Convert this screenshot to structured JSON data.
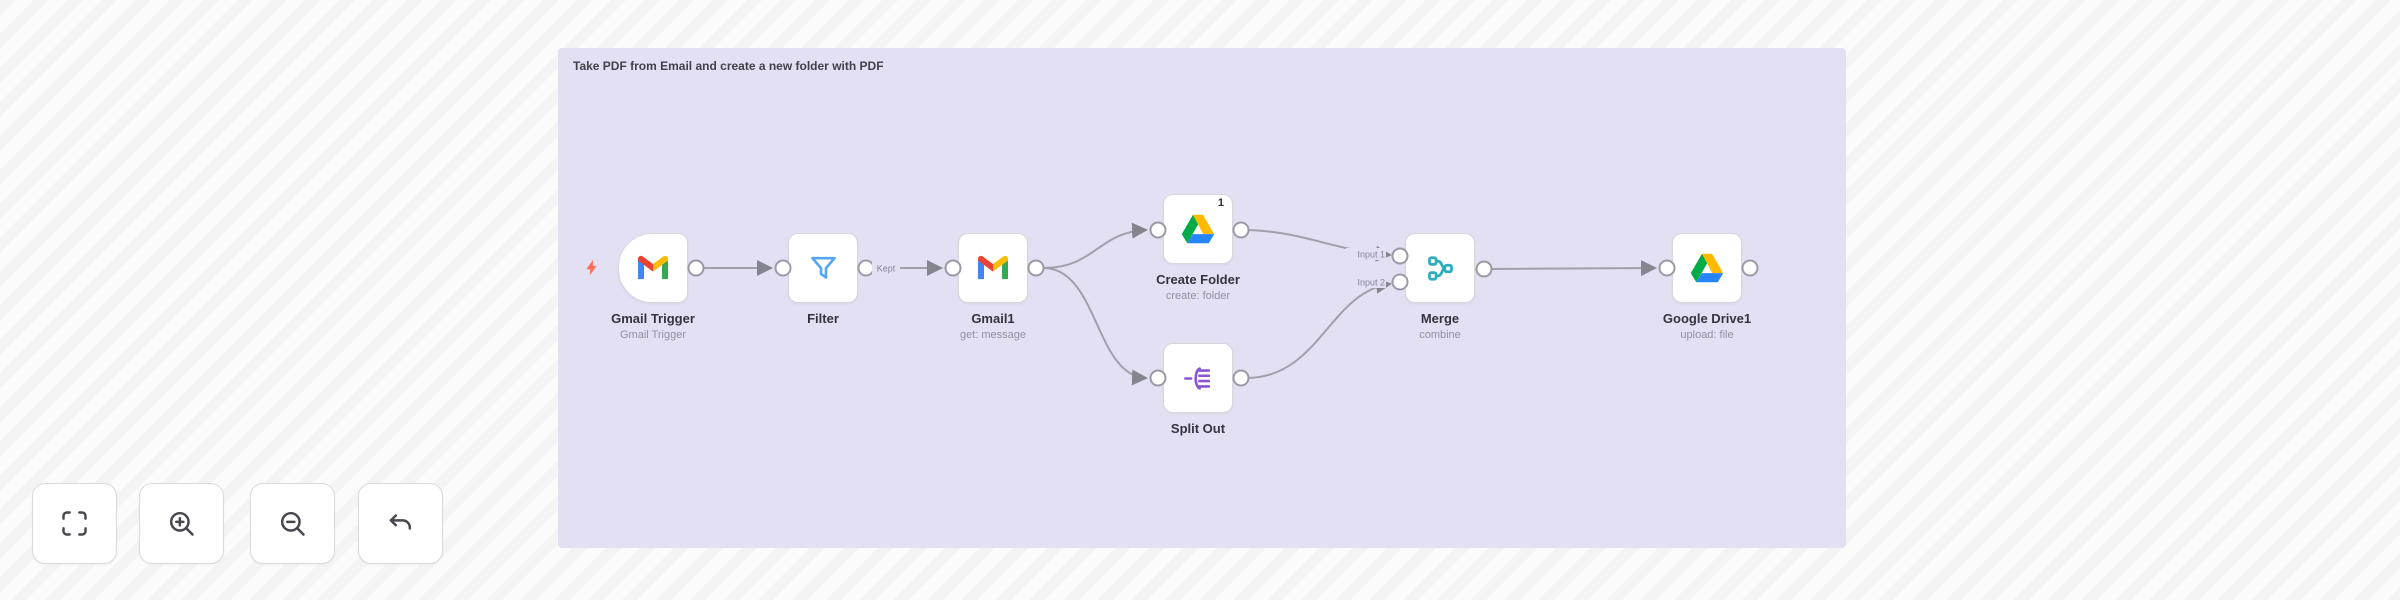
{
  "workflow": {
    "sticky_note": {
      "text": "Take PDF from Email and create a new folder with PDF",
      "color": "#e3e0f3"
    },
    "nodes": [
      {
        "label": "Gmail Trigger",
        "subtitle": "Gmail Trigger",
        "icon": "gmail-icon",
        "type": "trigger"
      },
      {
        "label": "Filter",
        "subtitle": "",
        "icon": "filter-icon",
        "type": "regular"
      },
      {
        "label": "Gmail1",
        "subtitle": "get: message",
        "icon": "gmail-icon",
        "type": "regular"
      },
      {
        "label": "Create Folder",
        "subtitle": "create: folder",
        "icon": "google-drive-icon",
        "type": "regular",
        "badge": "1"
      },
      {
        "label": "Split Out",
        "subtitle": "",
        "icon": "split-out-icon",
        "type": "regular"
      },
      {
        "label": "Merge",
        "subtitle": "combine",
        "icon": "merge-icon",
        "type": "regular"
      },
      {
        "label": "Google Drive1",
        "subtitle": "upload: file",
        "icon": "google-drive-icon",
        "type": "regular"
      }
    ],
    "connections": [
      {
        "from": "Gmail Trigger",
        "to": "Filter"
      },
      {
        "from": "Filter",
        "to": "Gmail1",
        "label": "Kept"
      },
      {
        "from": "Gmail1",
        "to": "Create Folder"
      },
      {
        "from": "Gmail1",
        "to": "Split Out"
      },
      {
        "from": "Create Folder",
        "to": "Merge",
        "target_input": "Input 1"
      },
      {
        "from": "Split Out",
        "to": "Merge",
        "target_input": "Input 2"
      },
      {
        "from": "Merge",
        "to": "Google Drive1"
      }
    ],
    "connection_labels": {
      "filter_output": "Kept",
      "merge_input_1": "Input 1",
      "merge_input_2": "Input 2"
    }
  },
  "toolbar": {
    "buttons": [
      {
        "icon": "zoom-to-fit-icon"
      },
      {
        "icon": "zoom-in-icon"
      },
      {
        "icon": "zoom-out-icon"
      },
      {
        "icon": "undo-icon"
      }
    ]
  },
  "colors": {
    "sticky_bg": "#e3e0f3",
    "connector": "#a0a0ab",
    "node_border": "#d7d7de",
    "trigger_bolt": "#ff6d5a",
    "filter_icon": "#55a7f5",
    "split_out_icon": "#8a55d6",
    "merge_icon": "#2aaebe"
  }
}
